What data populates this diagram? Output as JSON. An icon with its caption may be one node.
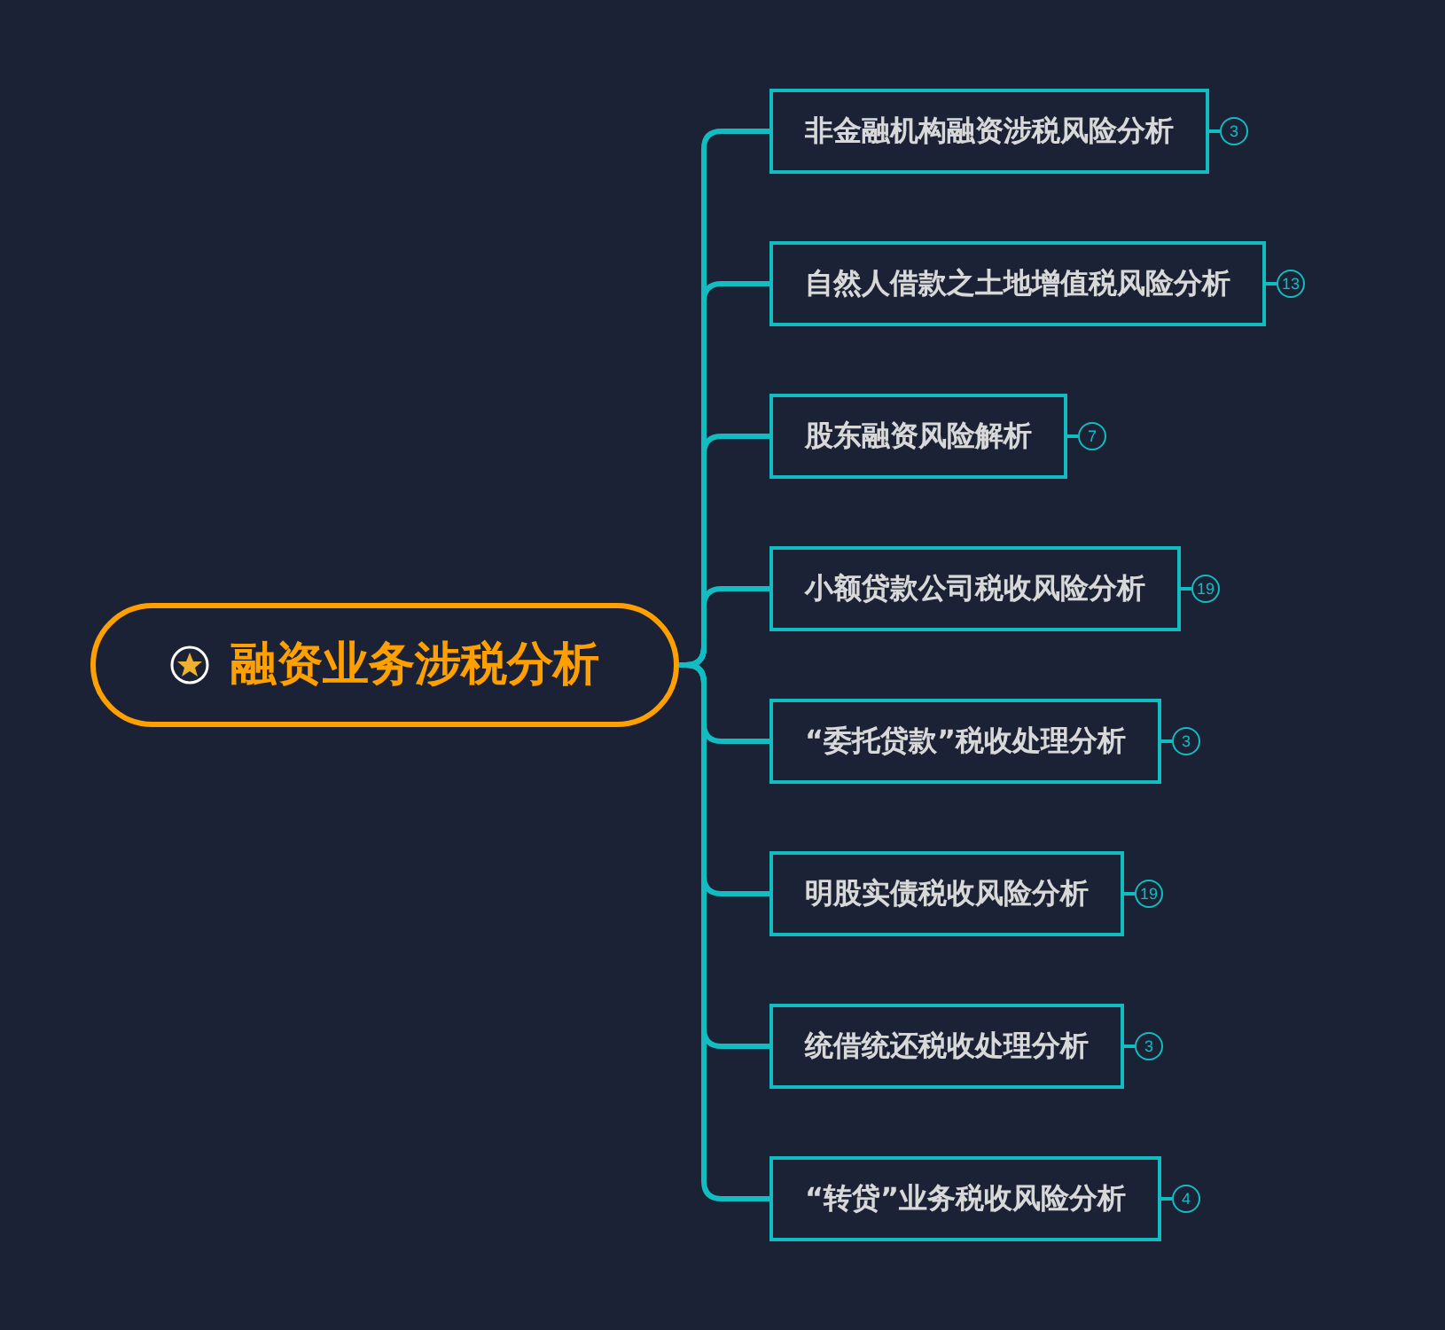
{
  "diagram": {
    "nodes": [
      {
        "text": [
          "融资业务涉税分析"
        ]
      },
      {
        "text": [
          "非金融机构融资涉税风险分析"
        ],
        "beside": [
          "3"
        ]
      },
      {
        "text": [
          "自然人借款之土地增值税风险分析"
        ],
        "beside": [
          "13"
        ]
      },
      {
        "text": [
          "股东融资风险解析"
        ],
        "beside": [
          "7"
        ]
      },
      {
        "text": [
          "小额贷款公司税收风险分析"
        ],
        "beside": [
          "19"
        ]
      },
      {
        "text": [
          "“委托贷款”税收处理分析"
        ],
        "beside": [
          "3"
        ]
      },
      {
        "text": [
          "明股实债税收风险分析"
        ],
        "beside": [
          "19"
        ]
      },
      {
        "text": [
          "统借统还税收处理分析"
        ],
        "beside": [
          "3"
        ]
      },
      {
        "text": [
          "“转贷”业务税收风险分析"
        ],
        "beside": [
          "4"
        ]
      }
    ],
    "edges": [
      {
        "from": 0,
        "to": 1,
        "arrow": "none"
      },
      {
        "from": 0,
        "to": 2,
        "arrow": "none"
      },
      {
        "from": 0,
        "to": 3,
        "arrow": "none"
      },
      {
        "from": 0,
        "to": 4,
        "arrow": "none"
      },
      {
        "from": 0,
        "to": 5,
        "arrow": "none"
      },
      {
        "from": 0,
        "to": 6,
        "arrow": "none"
      },
      {
        "from": 0,
        "to": 7,
        "arrow": "none"
      },
      {
        "from": 0,
        "to": 8,
        "arrow": "none"
      }
    ]
  }
}
